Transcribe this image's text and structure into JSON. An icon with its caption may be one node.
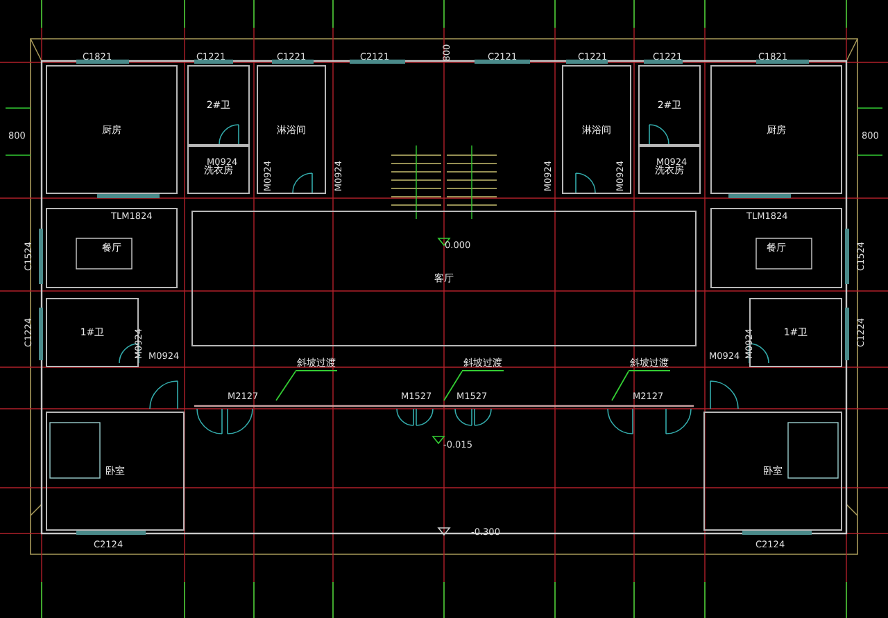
{
  "diagram": {
    "nodes": [
      {
        "text": [
          "厨房"
        ]
      },
      {
        "text": [
          "2#卫"
        ]
      },
      {
        "text": [
          "洗衣房"
        ]
      },
      {
        "text": [
          "淋浴间"
        ]
      },
      {
        "text": [
          "淋浴间"
        ]
      },
      {
        "text": [
          "2#卫"
        ]
      },
      {
        "text": [
          "洗衣房"
        ]
      },
      {
        "text": [
          "厨房"
        ]
      },
      {
        "text": [
          "餐厅"
        ]
      },
      {
        "text": [
          "客厅"
        ]
      },
      {
        "text": [
          "餐厅"
        ]
      },
      {
        "text": [
          "1#卫"
        ]
      },
      {
        "text": [
          "1#卫"
        ]
      },
      {
        "text": [
          "卧室"
        ]
      },
      {
        "text": [
          "卧室"
        ]
      },
      {
        "text": [
          "斜坡过渡"
        ]
      },
      {
        "text": [
          "斜坡过渡"
        ]
      },
      {
        "text": [
          "斜坡过渡"
        ]
      }
    ],
    "edges": [
      {
        "from": 15,
        "to": null,
        "arrow": "none"
      },
      {
        "from": 16,
        "to": null,
        "arrow": "none"
      },
      {
        "from": 17,
        "to": null,
        "arrow": "none"
      }
    ],
    "labels": [
      "C1821",
      "C1221",
      "C1221",
      "C2121",
      "800",
      "C2121",
      "C1221",
      "C1221",
      "C1821",
      "800",
      "800",
      "M0924",
      "M0924",
      "M0924",
      "M0924",
      "M0924",
      "M0924",
      "TLM1824",
      "TLM1824",
      "C1524",
      "C1524",
      "0.000",
      "C1224",
      "M0924",
      "M0924",
      "M0924",
      "M0924",
      "C1224",
      "M2127",
      "M1527",
      "M1527",
      "M2127",
      "-0.015",
      "-0.300",
      "C2124",
      "C2124"
    ]
  }
}
